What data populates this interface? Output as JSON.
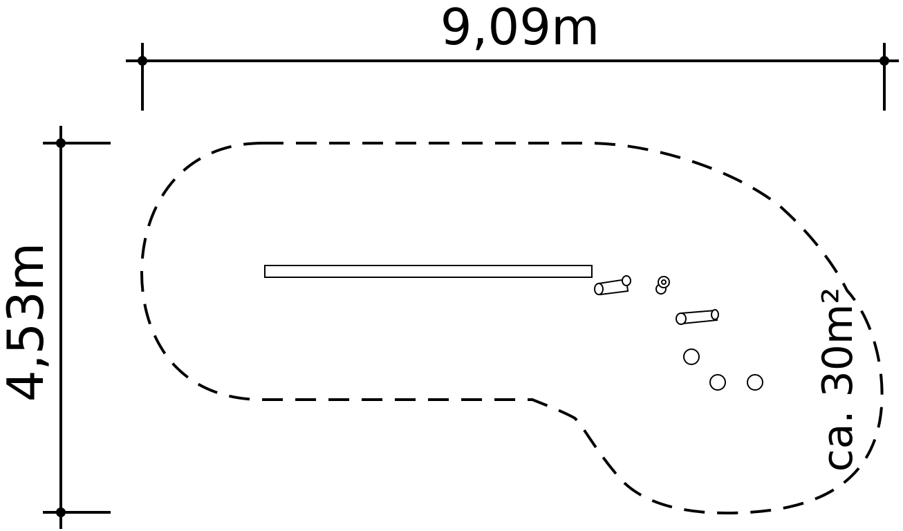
{
  "dimensions": {
    "width_label": "9,09m",
    "height_label": "4,53m"
  },
  "area": {
    "label": "ca. 30m²"
  },
  "colors": {
    "line": "#000000",
    "background": "#ffffff"
  }
}
